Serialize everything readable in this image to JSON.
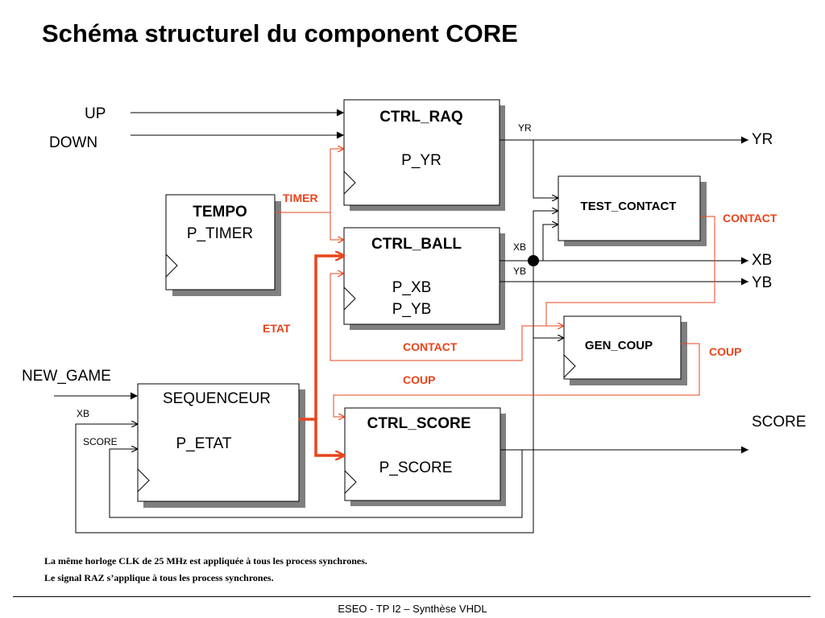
{
  "title": "Schéma structurel du component CORE",
  "colors": {
    "signal_red": "#e8441c",
    "shadow": "#7f7f7f",
    "line": "#000000"
  },
  "blocks": {
    "ctrl_raq": {
      "name": "CTRL_RAQ",
      "process": "P_YR"
    },
    "tempo": {
      "name": "TEMPO",
      "process": "P_TIMER"
    },
    "ctrl_ball": {
      "name": "CTRL_BALL",
      "process1": "P_XB",
      "process2": "P_YB"
    },
    "test_contact": {
      "name": "TEST_CONTACT"
    },
    "gen_coup": {
      "name": "GEN_COUP"
    },
    "sequenceur": {
      "name": "SEQUENCEUR",
      "process": "P_ETAT"
    },
    "ctrl_score": {
      "name": "CTRL_SCORE",
      "process": "P_SCORE"
    }
  },
  "inputs": {
    "up": "UP",
    "down": "DOWN",
    "new_game": "NEW_GAME"
  },
  "outputs": {
    "yr": "YR",
    "xb": "XB",
    "yb": "YB",
    "score": "SCORE"
  },
  "signals": {
    "yr": "YR",
    "xb": "XB",
    "yb": "YB",
    "timer": "TIMER",
    "contact_out": "CONTACT",
    "contact_in": "CONTACT",
    "coup_out": "COUP",
    "coup_in": "COUP",
    "etat": "ETAT",
    "seq_xb": "XB",
    "seq_score": "SCORE"
  },
  "notes": {
    "line1": "La même horloge CLK de 25 MHz est appliquée à tous les process synchrones.",
    "line2": "Le signal RAZ s’applique à tous les process synchrones."
  },
  "footer": "ESEO - TP I2 – Synthèse VHDL"
}
